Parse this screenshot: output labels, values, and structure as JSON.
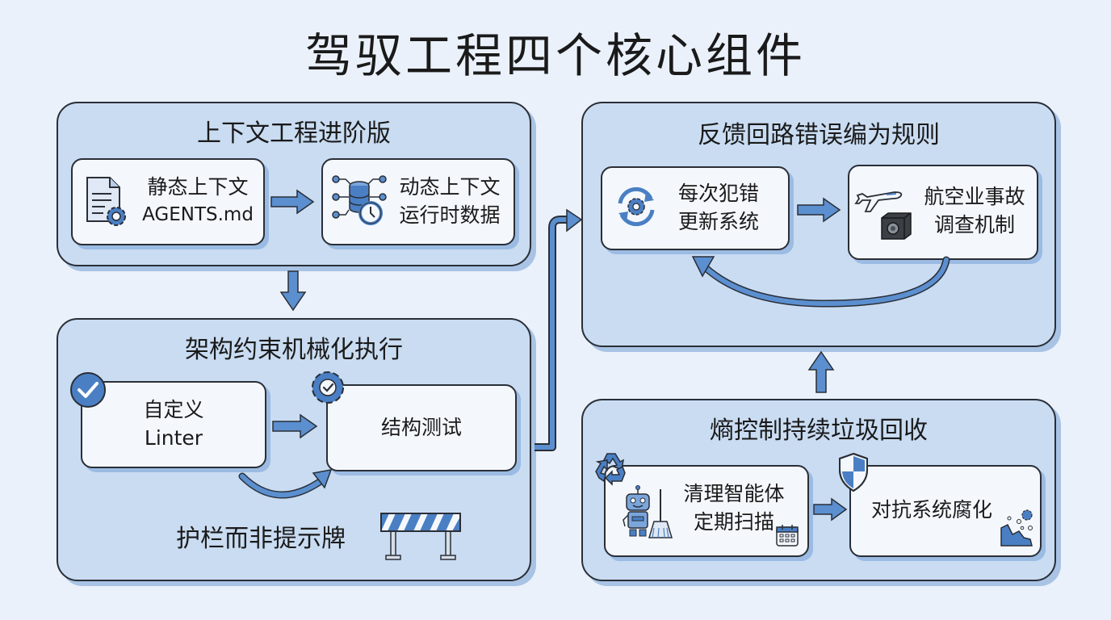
{
  "title": "驾驭工程四个核心组件",
  "colors": {
    "accent": "#4a7fc4",
    "panel": "#c9dcf2",
    "card": "#f4f8fd",
    "background": "#eaf1fb",
    "outline": "#2a2e36"
  },
  "panels": {
    "context": {
      "title": "上下文工程进阶版",
      "cards": [
        {
          "line1": "静态上下文",
          "line2": "AGENTS.md",
          "icon": "document-gear-icon"
        },
        {
          "line1": "动态上下文",
          "line2": "运行时数据",
          "icon": "database-clock-icon"
        }
      ]
    },
    "architecture": {
      "title": "架构约束机械化执行",
      "cards": [
        {
          "line1": "自定义",
          "line2": "Linter",
          "icon": "check-circle-icon"
        },
        {
          "line1": "结构测试",
          "icon": "gear-check-icon"
        }
      ],
      "caption": "护栏而非提示牌",
      "caption_icon": "barrier-icon"
    },
    "feedback": {
      "title": "反馈回路错误编为规则",
      "cards": [
        {
          "line1": "每次犯错",
          "line2": "更新系统",
          "icon": "refresh-gear-icon"
        },
        {
          "line1": "航空业事故",
          "line2": "调查机制",
          "icon": "airplane-blackbox-icon"
        }
      ]
    },
    "entropy": {
      "title": "熵控制持续垃圾回收",
      "cards": [
        {
          "line1": "清理智能体",
          "line2": "定期扫描",
          "icon": "robot-broom-icon"
        },
        {
          "line1": "对抗系统腐化",
          "icon": "shield-icon"
        }
      ]
    }
  }
}
